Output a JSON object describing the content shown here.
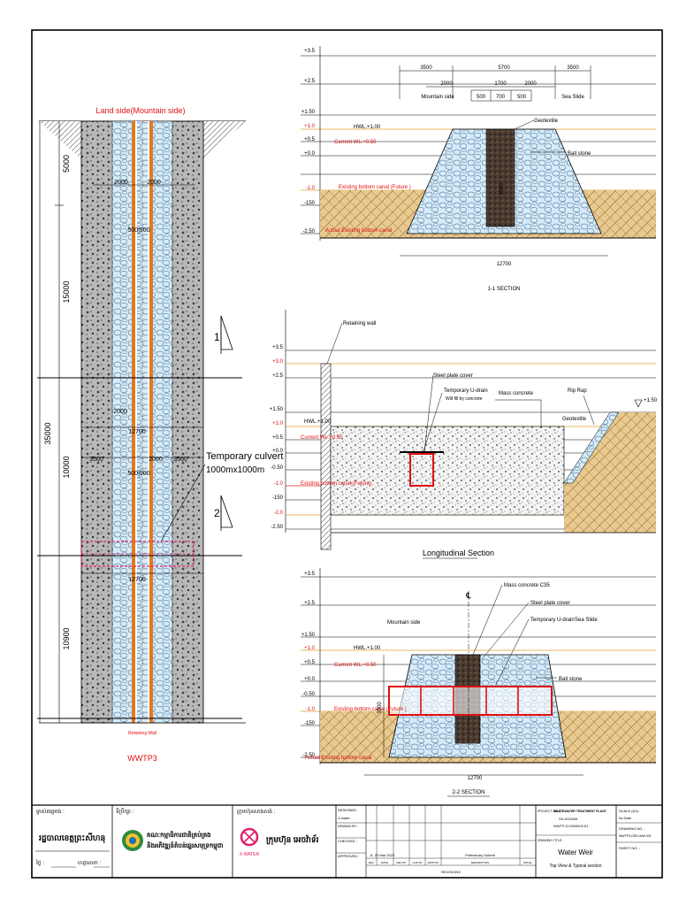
{
  "plan": {
    "land_side": "Land side(Mountain side)",
    "site": "WWTP3",
    "retaining_wall_bottom": "Retaining Wall",
    "dims_vertical": [
      "5000",
      "15000",
      "10000",
      "10900"
    ],
    "dim_total": "35000",
    "dim_2000_top_left": "2000",
    "dim_2000_top_right": "2000",
    "dim_500_500_top": "500|500",
    "dim_2000_mid": "2000",
    "dim_12700_mid": "12700",
    "dim_3500_left": "3500",
    "dim_2000_right": "2000",
    "dim_3500_right": "3500",
    "dim_500_500_mid": "500|500",
    "dim_12700_bottom": "12700",
    "section_mark_1": "1",
    "section_mark_2": "2",
    "culvert_label_1": "Temporary culvert",
    "culvert_label_2": "1000mx1000m"
  },
  "section1": {
    "levels": [
      "+3.5",
      "+2.5",
      "+1.50",
      "+1.0",
      "+0.5",
      "+0.0",
      "-1.0",
      "-150",
      "-2.50"
    ],
    "dim_top": [
      "3500",
      "5700",
      "3500"
    ],
    "dim_mid": [
      "2000",
      "1700",
      "2000"
    ],
    "dim_inner": [
      "500",
      "700",
      "500"
    ],
    "mountain_side": "Mountain side",
    "sea_side": "Sea Slide",
    "hwl": "HWL.+1.00",
    "current_wl": "Current WL.+0.50",
    "existing_bottom": "Existing bottom canal (Future )",
    "actual_bottom": "Actual Existing bottom canal",
    "geotextile": "Geotextile",
    "ball_stone": "Ball stone",
    "height_dim": "3500",
    "width_dim": "12700",
    "title": "1-1 SECTION"
  },
  "long_section": {
    "levels": [
      "+3.5",
      "+3.0",
      "+2.5",
      "+1.50",
      "+1.0",
      "+0.5",
      "+0.0",
      "-0.50",
      "-1.0",
      "-150",
      "-2.0",
      "-2.50"
    ],
    "retaining_wall": "Retaining wall",
    "steel_plate": "Steel plate cover",
    "u_drain_1": "Temporary U-drain",
    "u_drain_2": "Will fill by concrete",
    "mass_concrete": "Mass concrete",
    "rip_rap": "Rip Rap",
    "geotextile": "Geotextile",
    "level_right": "+1.50",
    "hwl": "HWL.+1.00",
    "current_wl": "Current WL.+0.50",
    "existing_bottom": "Existing bottom canal (Future)",
    "title": "Longitudinal Section"
  },
  "section2": {
    "levels": [
      "+3.5",
      "+2.5",
      "+1.50",
      "+1.0",
      "+0.5",
      "+0.0",
      "-0.50",
      "-1.0",
      "-150",
      "-2.50"
    ],
    "mass_concrete": "Mass concrete C35",
    "steel_plate": "Steel plate cover",
    "u_drain": "Temporary U-drain",
    "mountain_side": "Mountain side",
    "sea_side": "Sea Slide",
    "hwl": "HWL.+1.00",
    "current_wl": "Current WL.+0.50",
    "ball_stone": "Ball stone",
    "existing_bottom": "Existing bottom canal (Future )",
    "actual_bottom": "Actual Existing bottom canal",
    "height_dim": "3500",
    "width_dim": "12700",
    "cl": "℄",
    "title": "2-2 SECTION"
  },
  "title_block": {
    "owner_label": "ម្ចាស់គម្រោង :",
    "owner_name": "រដ្ឋបាលខេត្តព្រះសីហនុ",
    "date_label": "ថ្ងៃ :",
    "sign_label": "ហត្ថលេខា :",
    "consultant_label": "ទីប្រឹក្សា :",
    "consultant_line1": "គណៈកម្មាធិការជាតិគ្រប់គ្រង",
    "consultant_line2": "និងអភិវឌ្ឍន៍តំបន់ឆ្នេរសមុទ្រកម្ពុជា",
    "contractor_label": "ក្រុមហ៊ុនសាងសង់ :",
    "contractor_name": "ក្រុមហ៊ុន អេចវ៉ាទ័រ",
    "contractor_logo": "X-WATER",
    "designed": "DESIGNED :",
    "designed_by": "X-water",
    "drawn": "DRAWN BY :",
    "checked": "CHECKED :",
    "approved": "APPROVED :",
    "rev_letter": "A",
    "rev_date": "22 Mar 2023",
    "rev_desc": "Preliminary Submit",
    "rev_headers": [
      "REV",
      "DATE",
      "REV BY",
      "CHK BY",
      "APPD BY",
      "DESCRIPTION",
      "INITIAL"
    ],
    "revisions": "REVISIONS",
    "project_title_label": "PROJECT TITLE :",
    "project_title": "WASTEWATER TREATMENT PLANT",
    "project_code": "SH-ZO0006",
    "project_code2": "WWTP-D-0000001/01",
    "drawing_title_label": "DRAWING TITLE :",
    "drawing_title": "Water Weir",
    "drawing_subtitle": "Top View & Typical section",
    "scale_label": "SCALE (A3) :",
    "scale_value": "No Scale",
    "drawing_no_label": "DRAWING NO. :",
    "drawing_no": "WWTP3-DRG-WW-001",
    "sheet_no_label": "SHEET NO. :"
  }
}
